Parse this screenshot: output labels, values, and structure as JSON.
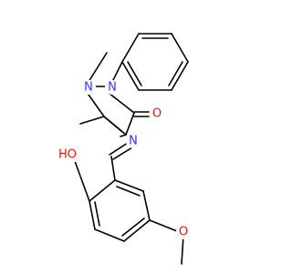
{
  "molecule": {
    "labels": {
      "n1": "N",
      "n2": "N",
      "n_imine": "N",
      "o_carbonyl": "O",
      "o_hydroxyl": "HO",
      "o_methoxy": "O"
    },
    "colors": {
      "bond": "#000000",
      "nitrogen": "#3333ff",
      "oxygen": "#ff0d0d"
    }
  }
}
